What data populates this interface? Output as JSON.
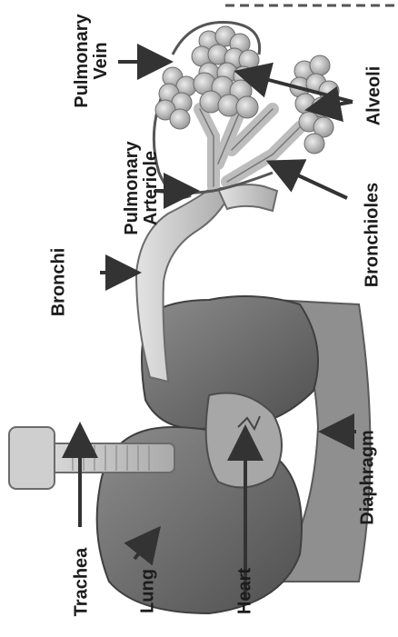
{
  "labels": {
    "trachea": "Trachea",
    "lung": "Lung",
    "heart": "Heart",
    "bronchi": "Bronchi",
    "pulmonary_vein": [
      "Pulmonary",
      "Vein"
    ],
    "pulmonary_arteriole": [
      "Pulmonary",
      "Arteriole"
    ],
    "alveoli": "Alveoli",
    "bronchioles": "Bronchioles",
    "diaphragm": "Diaphragm"
  },
  "colors": {
    "lung": "#6e6e6e",
    "lung_dark": "#4a4a4a",
    "airway": "#c9c9c9",
    "alveoli": "#b8b8b8",
    "vessel": "#5a5a5a",
    "arrow": "#333333",
    "diaphragm": "#8a8a8a"
  }
}
